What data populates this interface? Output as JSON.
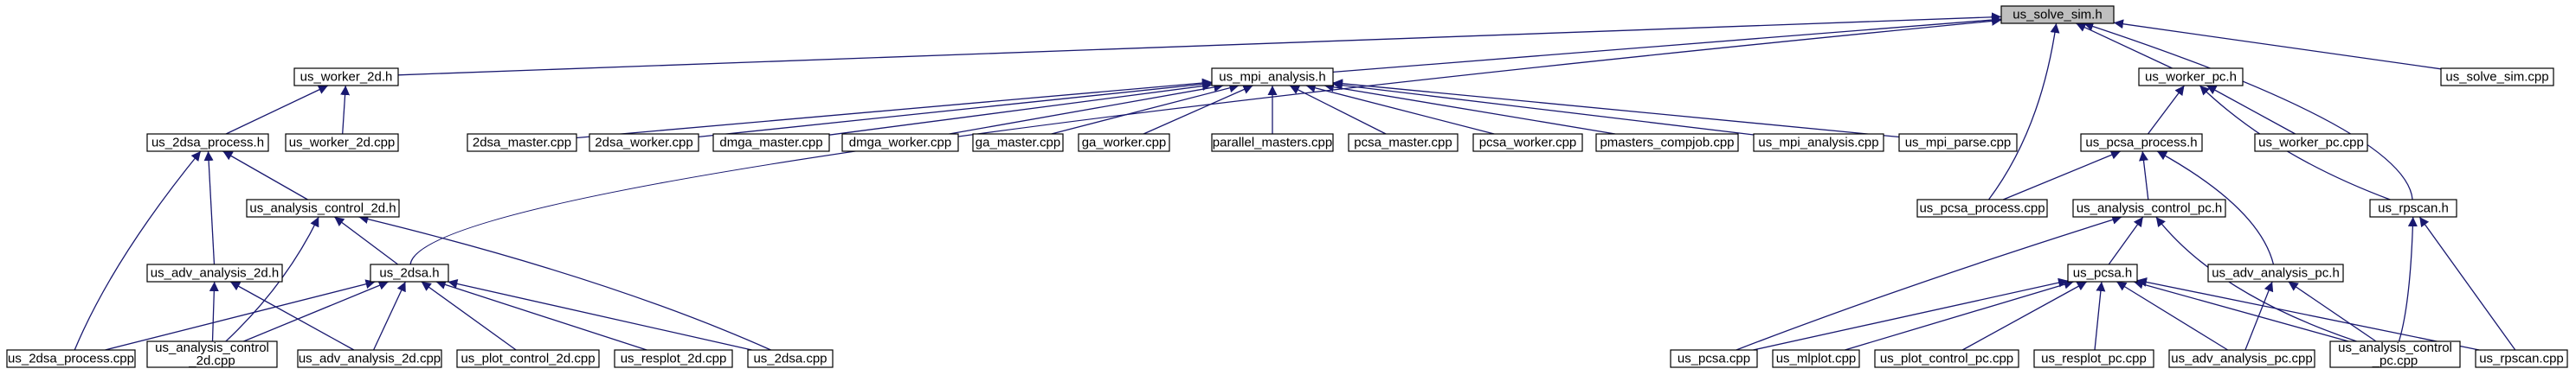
{
  "graph": {
    "root": "us_solve_sim.h",
    "nodes": [
      {
        "id": "us_solve_sim_h",
        "label": "us_solve_sim.h",
        "root": true
      },
      {
        "id": "us_worker_2d_h",
        "label": "us_worker_2d.h"
      },
      {
        "id": "us_mpi_analysis_h",
        "label": "us_mpi_analysis.h"
      },
      {
        "id": "us_worker_pc_h",
        "label": "us_worker_pc.h"
      },
      {
        "id": "us_solve_sim_cpp",
        "label": "us_solve_sim.cpp"
      },
      {
        "id": "us_2dsa_process_h",
        "label": "us_2dsa_process.h"
      },
      {
        "id": "us_worker_2d_cpp",
        "label": "us_worker_2d.cpp"
      },
      {
        "id": "2dsa_master_cpp",
        "label": "2dsa_master.cpp"
      },
      {
        "id": "2dsa_worker_cpp",
        "label": "2dsa_worker.cpp"
      },
      {
        "id": "dmga_master_cpp",
        "label": "dmga_master.cpp"
      },
      {
        "id": "dmga_worker_cpp",
        "label": "dmga_worker.cpp"
      },
      {
        "id": "ga_master_cpp",
        "label": "ga_master.cpp"
      },
      {
        "id": "ga_worker_cpp",
        "label": "ga_worker.cpp"
      },
      {
        "id": "parallel_masters_cpp",
        "label": "parallel_masters.cpp"
      },
      {
        "id": "pcsa_master_cpp",
        "label": "pcsa_master.cpp"
      },
      {
        "id": "pcsa_worker_cpp",
        "label": "pcsa_worker.cpp"
      },
      {
        "id": "pmasters_compjob_cpp",
        "label": "pmasters_compjob.cpp"
      },
      {
        "id": "us_mpi_analysis_cpp",
        "label": "us_mpi_analysis.cpp"
      },
      {
        "id": "us_mpi_parse_cpp",
        "label": "us_mpi_parse.cpp"
      },
      {
        "id": "us_pcsa_process_h",
        "label": "us_pcsa_process.h"
      },
      {
        "id": "us_worker_pc_cpp",
        "label": "us_worker_pc.cpp"
      },
      {
        "id": "us_analysis_control_2d_h",
        "label": "us_analysis_control_2d.h"
      },
      {
        "id": "us_pcsa_process_cpp",
        "label": "us_pcsa_process.cpp"
      },
      {
        "id": "us_analysis_control_pc_h",
        "label": "us_analysis_control_pc.h"
      },
      {
        "id": "us_rpscan_h",
        "label": "us_rpscan.h"
      },
      {
        "id": "us_adv_analysis_2d_h",
        "label": "us_adv_analysis_2d.h"
      },
      {
        "id": "us_2dsa_h",
        "label": "us_2dsa.h"
      },
      {
        "id": "us_pcsa_h",
        "label": "us_pcsa.h"
      },
      {
        "id": "us_adv_analysis_pc_h",
        "label": "us_adv_analysis_pc.h"
      },
      {
        "id": "us_2dsa_process_cpp",
        "label": "us_2dsa_process.cpp"
      },
      {
        "id": "us_analysis_control_2d_cpp",
        "label": [
          "us_analysis_control",
          "_2d.cpp"
        ]
      },
      {
        "id": "us_adv_analysis_2d_cpp",
        "label": "us_adv_analysis_2d.cpp"
      },
      {
        "id": "us_plot_control_2d_cpp",
        "label": "us_plot_control_2d.cpp"
      },
      {
        "id": "us_resplot_2d_cpp",
        "label": "us_resplot_2d.cpp"
      },
      {
        "id": "us_2dsa_cpp",
        "label": "us_2dsa.cpp"
      },
      {
        "id": "us_pcsa_cpp",
        "label": "us_pcsa.cpp"
      },
      {
        "id": "us_mlplot_cpp",
        "label": "us_mlplot.cpp"
      },
      {
        "id": "us_plot_control_pc_cpp",
        "label": "us_plot_control_pc.cpp"
      },
      {
        "id": "us_resplot_pc_cpp",
        "label": "us_resplot_pc.cpp"
      },
      {
        "id": "us_adv_analysis_pc_cpp",
        "label": "us_adv_analysis_pc.cpp"
      },
      {
        "id": "us_analysis_control_pc_cpp",
        "label": [
          "us_analysis_control",
          "_pc.cpp"
        ]
      },
      {
        "id": "us_rpscan_cpp",
        "label": "us_rpscan.cpp"
      }
    ],
    "edges": [
      [
        "us_worker_2d_h",
        "us_solve_sim_h"
      ],
      [
        "us_mpi_analysis_h",
        "us_solve_sim_h"
      ],
      [
        "us_worker_pc_h",
        "us_solve_sim_h"
      ],
      [
        "us_solve_sim_cpp",
        "us_solve_sim_h"
      ],
      [
        "us_2dsa_h",
        "us_solve_sim_h"
      ],
      [
        "us_pcsa_process_cpp",
        "us_solve_sim_h"
      ],
      [
        "us_rpscan_h",
        "us_solve_sim_h"
      ],
      [
        "us_2dsa_process_h",
        "us_worker_2d_h"
      ],
      [
        "us_worker_2d_cpp",
        "us_worker_2d_h"
      ],
      [
        "2dsa_master_cpp",
        "us_mpi_analysis_h"
      ],
      [
        "2dsa_worker_cpp",
        "us_mpi_analysis_h"
      ],
      [
        "dmga_master_cpp",
        "us_mpi_analysis_h"
      ],
      [
        "dmga_worker_cpp",
        "us_mpi_analysis_h"
      ],
      [
        "ga_master_cpp",
        "us_mpi_analysis_h"
      ],
      [
        "ga_worker_cpp",
        "us_mpi_analysis_h"
      ],
      [
        "parallel_masters_cpp",
        "us_mpi_analysis_h"
      ],
      [
        "pcsa_master_cpp",
        "us_mpi_analysis_h"
      ],
      [
        "pcsa_worker_cpp",
        "us_mpi_analysis_h"
      ],
      [
        "pmasters_compjob_cpp",
        "us_mpi_analysis_h"
      ],
      [
        "us_mpi_analysis_cpp",
        "us_mpi_analysis_h"
      ],
      [
        "us_mpi_parse_cpp",
        "us_mpi_analysis_h"
      ],
      [
        "us_pcsa_process_h",
        "us_worker_pc_h"
      ],
      [
        "us_worker_pc_cpp",
        "us_worker_pc_h"
      ],
      [
        "us_rpscan_h",
        "us_worker_pc_h"
      ],
      [
        "us_analysis_control_2d_h",
        "us_2dsa_process_h"
      ],
      [
        "us_adv_analysis_2d_h",
        "us_2dsa_process_h"
      ],
      [
        "us_2dsa_process_cpp",
        "us_2dsa_process_h"
      ],
      [
        "us_2dsa_h",
        "us_analysis_control_2d_h"
      ],
      [
        "us_analysis_control_2d_cpp",
        "us_analysis_control_2d_h"
      ],
      [
        "us_2dsa_cpp",
        "us_analysis_control_2d_h"
      ],
      [
        "us_analysis_control_2d_cpp",
        "us_adv_analysis_2d_h"
      ],
      [
        "us_adv_analysis_2d_cpp",
        "us_adv_analysis_2d_h"
      ],
      [
        "us_2dsa_process_cpp",
        "us_2dsa_h"
      ],
      [
        "us_analysis_control_2d_cpp",
        "us_2dsa_h"
      ],
      [
        "us_adv_analysis_2d_cpp",
        "us_2dsa_h"
      ],
      [
        "us_plot_control_2d_cpp",
        "us_2dsa_h"
      ],
      [
        "us_resplot_2d_cpp",
        "us_2dsa_h"
      ],
      [
        "us_2dsa_cpp",
        "us_2dsa_h"
      ],
      [
        "us_pcsa_process_cpp",
        "us_pcsa_process_h"
      ],
      [
        "us_analysis_control_pc_h",
        "us_pcsa_process_h"
      ],
      [
        "us_adv_analysis_pc_h",
        "us_pcsa_process_h"
      ],
      [
        "us_pcsa_h",
        "us_analysis_control_pc_h"
      ],
      [
        "us_pcsa_cpp",
        "us_analysis_control_pc_h"
      ],
      [
        "us_analysis_control_pc_cpp",
        "us_analysis_control_pc_h"
      ],
      [
        "us_analysis_control_pc_cpp",
        "us_rpscan_h"
      ],
      [
        "us_rpscan_cpp",
        "us_rpscan_h"
      ],
      [
        "us_pcsa_cpp",
        "us_pcsa_h"
      ],
      [
        "us_mlplot_cpp",
        "us_pcsa_h"
      ],
      [
        "us_plot_control_pc_cpp",
        "us_pcsa_h"
      ],
      [
        "us_resplot_pc_cpp",
        "us_pcsa_h"
      ],
      [
        "us_adv_analysis_pc_cpp",
        "us_pcsa_h"
      ],
      [
        "us_analysis_control_pc_cpp",
        "us_pcsa_h"
      ],
      [
        "us_rpscan_cpp",
        "us_pcsa_h"
      ],
      [
        "us_adv_analysis_pc_cpp",
        "us_adv_analysis_pc_h"
      ],
      [
        "us_analysis_control_pc_cpp",
        "us_adv_analysis_pc_h"
      ]
    ]
  },
  "colors": {
    "edge": "#191970",
    "node_border": "#000000",
    "node_fill": "#ffffff",
    "root_fill": "#bfbfbf"
  }
}
